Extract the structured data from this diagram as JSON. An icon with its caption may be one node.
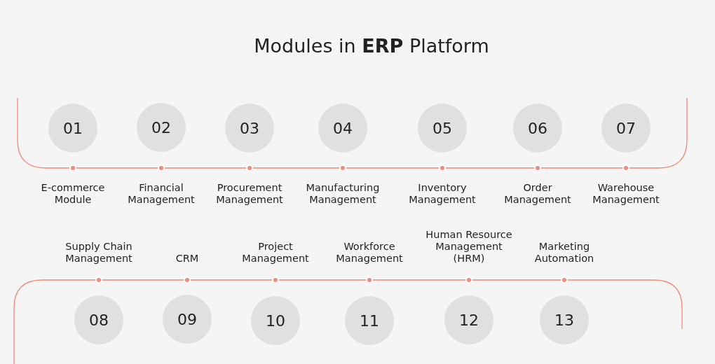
{
  "diagram": {
    "title": "Modules in **ERP** Platform",
    "nodes": [
      {
        "text": [
          "01"
        ],
        "beside": [
          "E-commerce Module"
        ]
      },
      {
        "text": [
          "02"
        ],
        "beside": [
          "Financial Management"
        ]
      },
      {
        "text": [
          "03"
        ],
        "beside": [
          "Procurement Management"
        ]
      },
      {
        "text": [
          "04"
        ],
        "beside": [
          "Manufacturing Management"
        ]
      },
      {
        "text": [
          "05"
        ],
        "beside": [
          "Inventory Management"
        ]
      },
      {
        "text": [
          "06"
        ],
        "beside": [
          "Order Management"
        ]
      },
      {
        "text": [
          "07"
        ],
        "beside": [
          "Warehouse Management"
        ]
      },
      {
        "text": [
          "08"
        ],
        "beside": [
          "Supply Chain Management"
        ]
      },
      {
        "text": [
          "09"
        ],
        "beside": [
          "CRM"
        ]
      },
      {
        "text": [
          "10"
        ],
        "beside": [
          "Project Management"
        ]
      },
      {
        "text": [
          "11"
        ],
        "beside": [
          "Workforce Management"
        ]
      },
      {
        "text": [
          "12"
        ],
        "beside": [
          "Human Resource Management (HRM)"
        ]
      },
      {
        "text": [
          "13"
        ],
        "beside": [
          "Marketing Automation"
        ]
      }
    ],
    "edges": []
  }
}
